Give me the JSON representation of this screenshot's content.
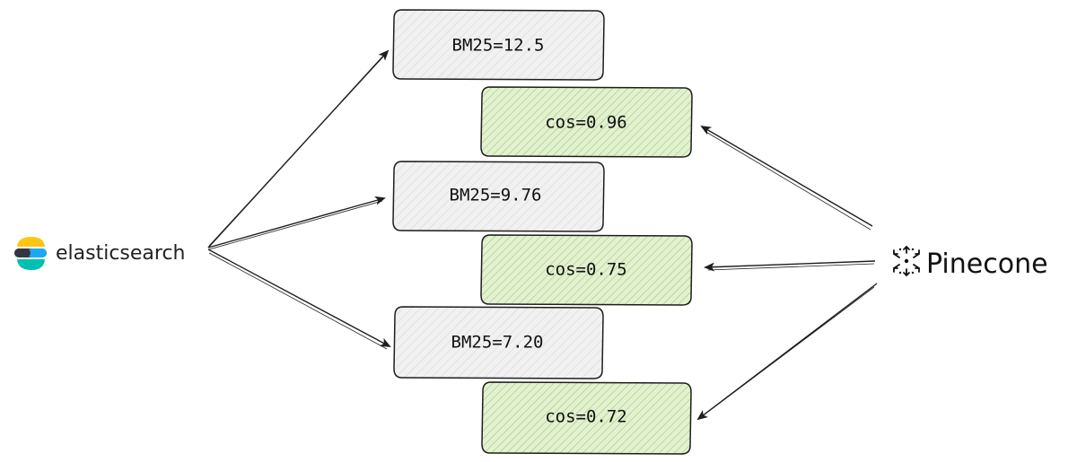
{
  "left_source": {
    "name": "elasticsearch",
    "colors": {
      "yellow": "#FEC514",
      "pink": "#F04E98",
      "teal": "#00BFB3",
      "dark": "#343741",
      "blue": "#1BA9F5"
    },
    "icon": "elasticsearch-logo-icon"
  },
  "right_source": {
    "name": "Pinecone",
    "icon": "pinecone-logo-icon"
  },
  "bm25_boxes": [
    {
      "label": "BM25=12.5"
    },
    {
      "label": "BM25=9.76"
    },
    {
      "label": "BM25=7.20"
    }
  ],
  "cos_boxes": [
    {
      "label": "cos=0.96"
    },
    {
      "label": "cos=0.75"
    },
    {
      "label": "cos=0.72"
    }
  ],
  "colors": {
    "bm25_fill": "#f1f1f1",
    "bm25_hatch": "#d6d6d6",
    "cos_fill": "#e6f3d6",
    "cos_hatch": "#9fcb6c",
    "stroke": "#1e1e1e"
  }
}
